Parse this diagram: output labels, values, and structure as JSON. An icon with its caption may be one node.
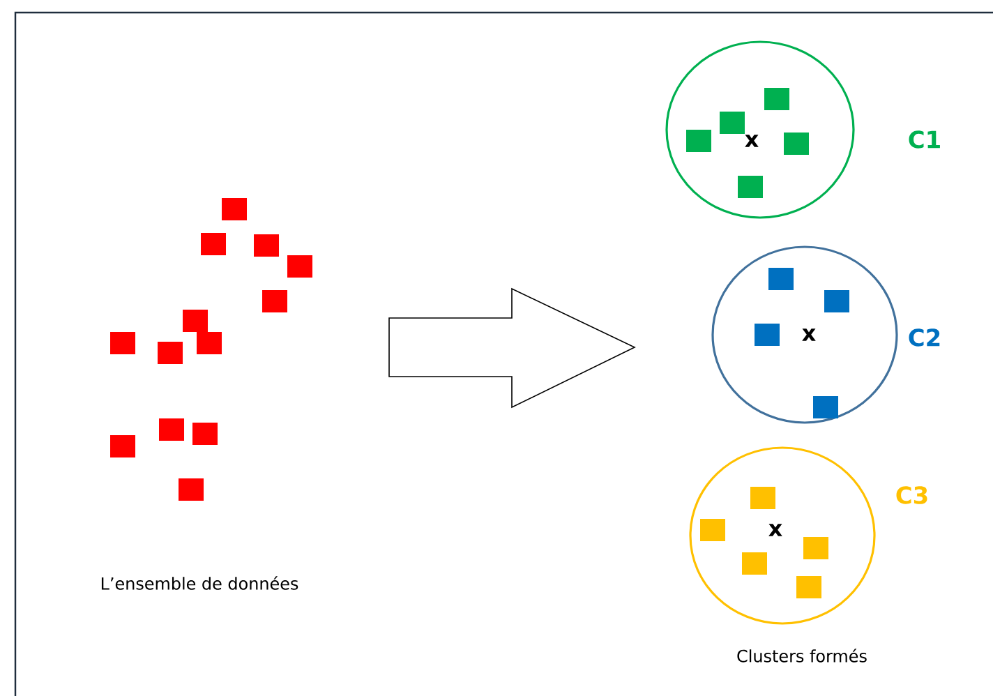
{
  "diagram": {
    "nodes": [
      {
        "text": [
          "x"
        ],
        "beside": [
          "C1"
        ]
      },
      {
        "text": [
          "x"
        ],
        "beside": [
          "C2"
        ]
      },
      {
        "text": [
          "x"
        ],
        "beside": [
          "C3"
        ]
      }
    ],
    "labels": [
      "L’ensemble de données",
      "Clusters formés"
    ]
  }
}
